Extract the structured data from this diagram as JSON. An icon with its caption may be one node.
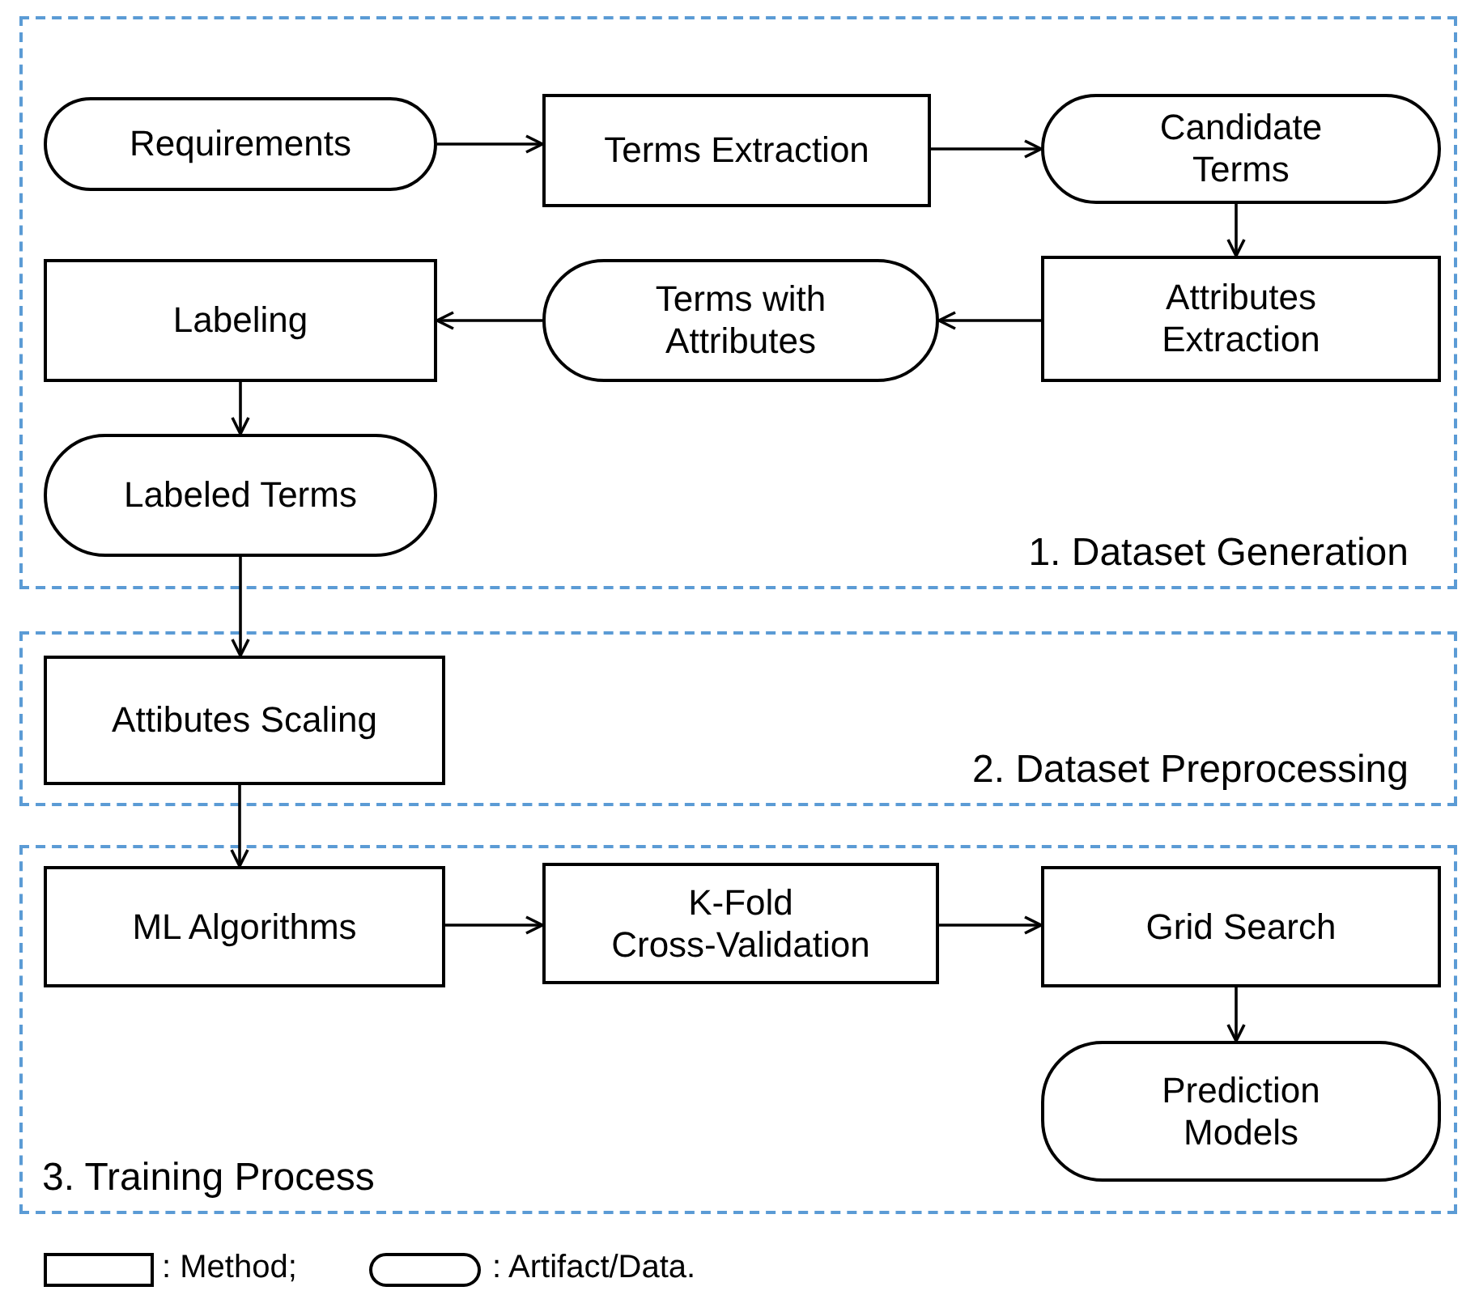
{
  "diagram": {
    "nodes": [
      {
        "text": [
          "1. Dataset Generation"
        ]
      },
      {
        "text": [
          "Requirements"
        ],
        "in": 0
      },
      {
        "text": [
          "Terms Extraction"
        ],
        "in": 0
      },
      {
        "text": [
          "Candidate Terms"
        ],
        "in": 0
      },
      {
        "text": [
          "Attributes Extraction"
        ],
        "in": 0
      },
      {
        "text": [
          "Terms with Attributes"
        ],
        "in": 0
      },
      {
        "text": [
          "Labeling"
        ],
        "in": 0
      },
      {
        "text": [
          "Labeled Terms"
        ],
        "in": 0
      },
      {
        "text": [
          "2. Dataset Preprocessing"
        ]
      },
      {
        "text": [
          "Attibutes Scaling"
        ],
        "in": 8
      },
      {
        "text": [
          "3. Training Process"
        ]
      },
      {
        "text": [
          "ML Algorithms"
        ],
        "in": 10
      },
      {
        "text": [
          "K-Fold Cross-Validation"
        ],
        "in": 10
      },
      {
        "text": [
          "Grid Search"
        ],
        "in": 10
      },
      {
        "text": [
          "Prediction Models"
        ],
        "in": 10
      }
    ],
    "edges": [
      {
        "from": 1,
        "to": 2,
        "arrow": "to"
      },
      {
        "from": 2,
        "to": 3,
        "arrow": "to"
      },
      {
        "from": 3,
        "to": 4,
        "arrow": "to"
      },
      {
        "from": 4,
        "to": 5,
        "arrow": "to"
      },
      {
        "from": 5,
        "to": 6,
        "arrow": "to"
      },
      {
        "from": 6,
        "to": 7,
        "arrow": "to"
      },
      {
        "from": 7,
        "to": 9,
        "arrow": "to"
      },
      {
        "from": 9,
        "to": 11,
        "arrow": "to"
      },
      {
        "from": 11,
        "to": 12,
        "arrow": "to"
      },
      {
        "from": 12,
        "to": 13,
        "arrow": "to"
      },
      {
        "from": 13,
        "to": 14,
        "arrow": "to"
      }
    ],
    "legend": [
      {
        "text": ": Method;"
      },
      {
        "text": ": Artifact/Data."
      }
    ]
  }
}
